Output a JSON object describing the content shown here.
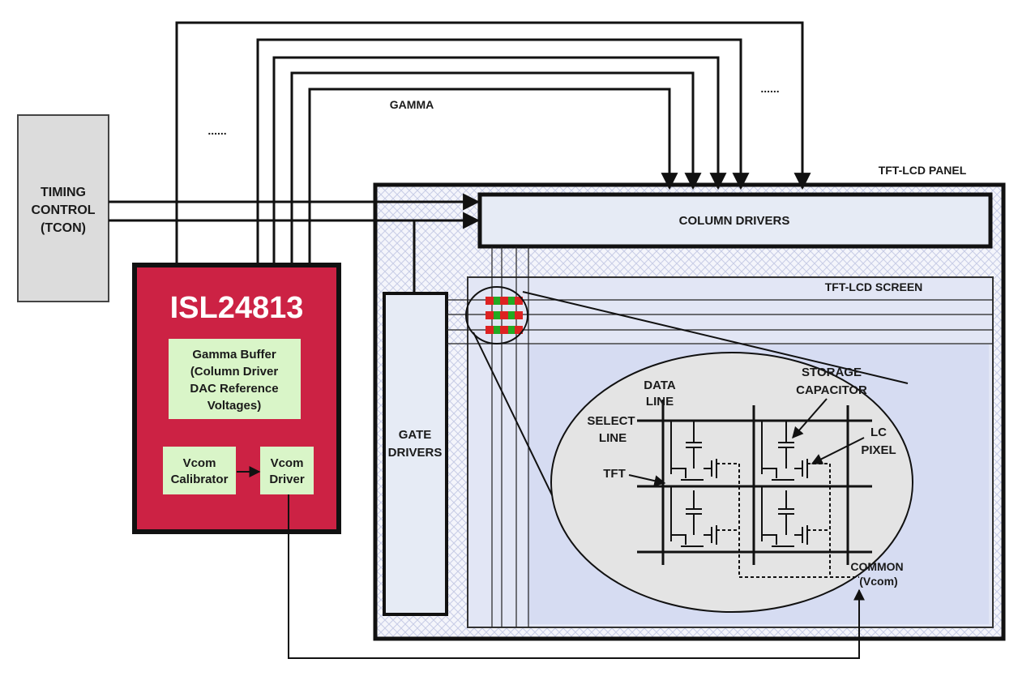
{
  "colors": {
    "chip_red": "#cc2244",
    "inner_green": "#d9f5c8",
    "gray_box": "#dcdcdc",
    "panel_pattern": "#c7cce6",
    "driver_fill": "#e6ebf5",
    "screen_fill": "#dfe4f6",
    "zoom_fill": "#e4e4e4"
  },
  "labels": {
    "tcon_line1": "TIMING",
    "tcon_line2": "CONTROL",
    "tcon_line3": "(TCON)",
    "chip_title": "ISL24813",
    "gamma_buffer_line1": "Gamma Buffer",
    "gamma_buffer_line2": "(Column Driver",
    "gamma_buffer_line3": "DAC Reference",
    "gamma_buffer_line4": "Voltages)",
    "vcom_calibrator_line1": "Vcom",
    "vcom_calibrator_line2": "Calibrator",
    "vcom_driver_line1": "Vcom",
    "vcom_driver_line2": "Driver",
    "gamma": "GAMMA",
    "ellipsis_left": "......",
    "ellipsis_right": "......",
    "panel_title": "TFT-LCD PANEL",
    "column_drivers": "COLUMN DRIVERS",
    "screen_title": "TFT-LCD SCREEN",
    "gate_line1": "GATE",
    "gate_line2": "DRIVERS",
    "data_line1": "DATA",
    "data_line2": "LINE",
    "select_line1": "SELECT",
    "select_line2": "LINE",
    "tft": "TFT",
    "storage_line1": "STORAGE",
    "storage_line2": "CAPACITOR",
    "lc_line1": "LC",
    "lc_line2": "PIXEL",
    "common_line1": "COMMON",
    "common_line2": "(Vcom)"
  }
}
